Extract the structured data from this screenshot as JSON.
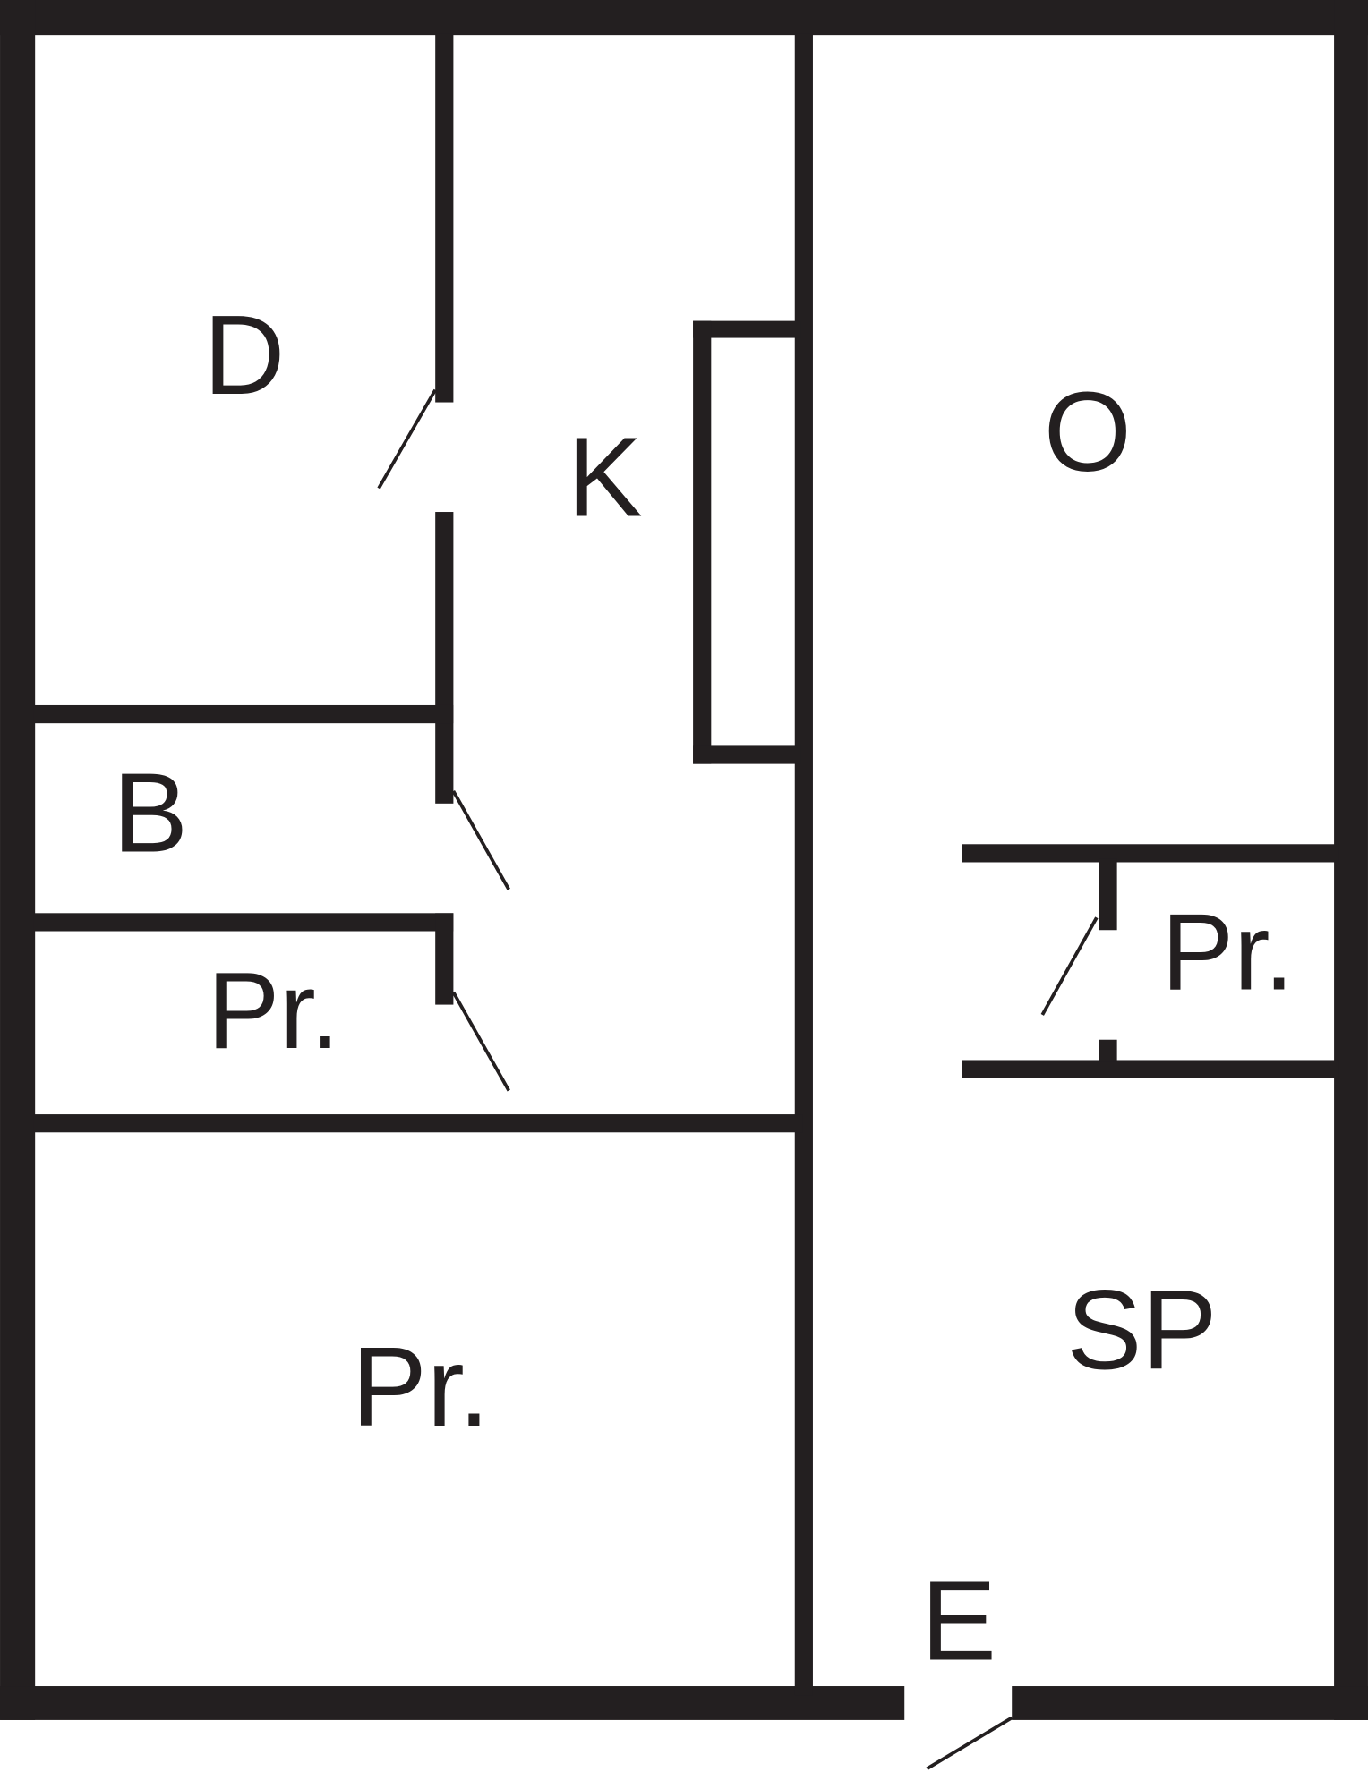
{
  "plan": {
    "rooms": {
      "d": "D",
      "k": "K",
      "o": "O",
      "b": "B",
      "pr_left_small": "Pr.",
      "pr_right_small": "Pr.",
      "pr_large": "Pr.",
      "sp": "SP",
      "e": "E"
    },
    "colors": {
      "wall": "#231f20",
      "background": "#ffffff"
    }
  }
}
